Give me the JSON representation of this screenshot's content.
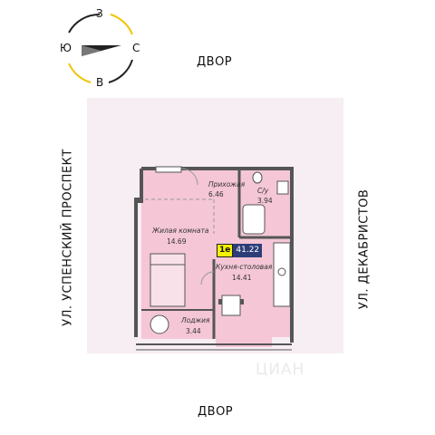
{
  "compass": {
    "north": "З",
    "south": "В",
    "west": "Ю",
    "east": "С"
  },
  "streets": {
    "top": "ДВОР",
    "bottom": "ДВОР",
    "left": "УЛ. УСПЕНСКИЙ ПРОСПЕКТ",
    "right": "УЛ. ДЕКАБРИСТОВ"
  },
  "rooms": {
    "hallway": {
      "name": "Прихожая",
      "area": "6.46"
    },
    "bathroom": {
      "name": "С/у",
      "area": "3.94"
    },
    "living": {
      "name": "Жилая комната",
      "area": "14.69"
    },
    "kitchen": {
      "name": "Кухня-столовая",
      "area": "14.41"
    },
    "loggia": {
      "name": "Лоджия",
      "area": "3.44"
    }
  },
  "apartment": {
    "type": "1е",
    "total_area": "41.22"
  },
  "watermark": "ЦИАН",
  "colors": {
    "floor": "#f4c6d6",
    "wall": "#555555",
    "area_badge": "#2d3d78",
    "type_badge": "#f5f200"
  }
}
